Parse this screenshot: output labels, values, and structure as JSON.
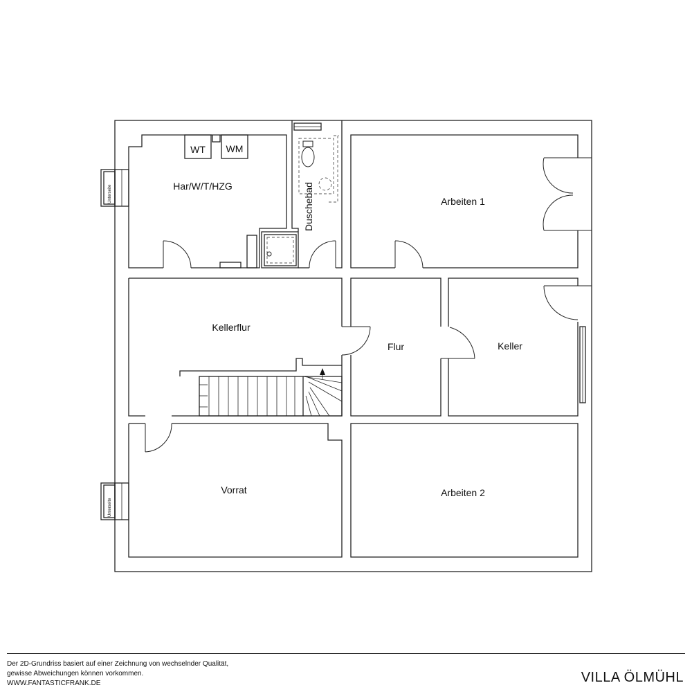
{
  "rooms": {
    "hwt": "Har/W/T/HZG",
    "duschebad": "Duschebad",
    "arbeiten1": "Arbeiten 1",
    "kellerflur": "Kellerflur",
    "flur": "Flur",
    "keller": "Keller",
    "vorrat": "Vorrat",
    "arbeiten2": "Arbeiten 2"
  },
  "fixtures": {
    "wt": "WT",
    "wm": "WM"
  },
  "windows": {
    "untenseite_top": "Unterseite",
    "untenseite_bottom": "Unterseite"
  },
  "footer": {
    "disclaimer_line1": "Der 2D-Grundriss basiert auf einer Zeichnung von wechselnder Qualität,",
    "disclaimer_line2": "gewisse Abweichungen können vorkommen.",
    "website": "WWW.FANTASTICFRANK.DE",
    "brand": "VILLA ÖLMÜHL"
  }
}
